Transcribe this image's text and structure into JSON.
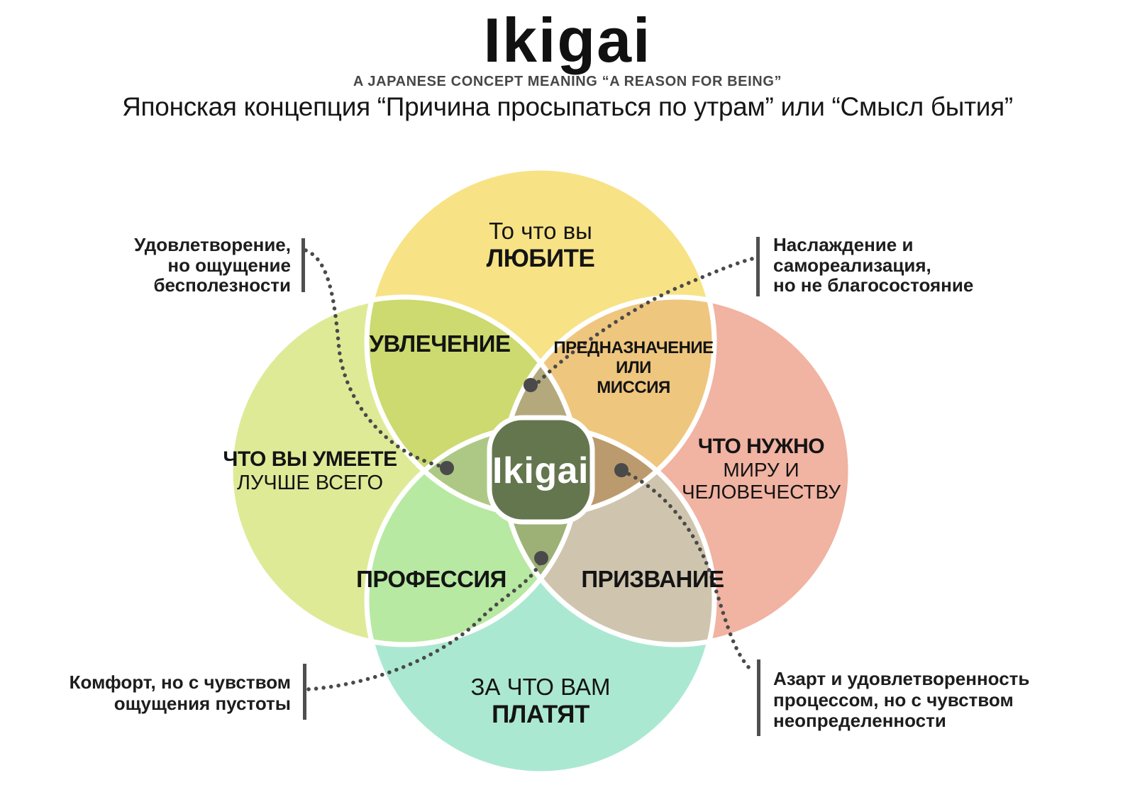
{
  "header": {
    "title": "Ikigai",
    "subtitle_en": "A JAPANESE CONCEPT MEANING “A REASON FOR BEING”",
    "subtitle_ru": "Японская концепция “Причина просыпаться по утрам” или “Смысл бытия”"
  },
  "venn": {
    "top_circle": {
      "label_regular": "То что вы",
      "label_bold": "ЛЮБИТЕ",
      "color": "#F7E386"
    },
    "left_circle": {
      "label_bold": "ЧТО ВЫ УМЕЕТЕ",
      "label_regular": "ЛУЧШЕ ВСЕГО",
      "color": "#DFEA97"
    },
    "right_circle": {
      "label_bold": "ЧТО НУЖНО",
      "label_regular_1": "МИРУ И",
      "label_regular_2": "ЧЕЛОВЕЧЕСТВУ",
      "color": "#F1B3A2"
    },
    "bottom_circle": {
      "label_regular": "ЗА ЧТО ВАМ",
      "label_bold": "ПЛАТЯТ",
      "color": "#ABE8D2"
    },
    "overlaps": {
      "passion": {
        "label": "УВЛЕЧЕНИЕ",
        "color": "#CCDA6F"
      },
      "mission": {
        "line1": "ПРЕДНАЗНАЧЕНИЕ",
        "line2": "ИЛИ",
        "line3": "МИССИЯ",
        "color": "#EFC67E"
      },
      "profession": {
        "label": "ПРОФЕССИЯ",
        "color": "#B7E9A2"
      },
      "vocation": {
        "label": "ПРИЗВАНИЕ",
        "color": "#CFC5AE"
      },
      "top_mid_color": "#B3A97C",
      "left_mid_color": "#ADC885",
      "right_mid_color": "#BB9B6D",
      "bottom_mid_color": "#9DB177"
    },
    "center": {
      "label": "Ikigai",
      "color": "#64764E"
    }
  },
  "annotations": {
    "top_left": {
      "lines": [
        "Удовлетворение,",
        "но ощущение",
        "бесполезности"
      ]
    },
    "top_right": {
      "lines": [
        "Наслаждение и",
        "самореализация,",
        "но не благосостояние"
      ]
    },
    "bottom_left": {
      "lines": [
        "Комфорт, но с чувством",
        "ощущения пустоты"
      ]
    },
    "bottom_right": {
      "lines": [
        "Азарт и удовлетворенность",
        "процессом, но с чувством",
        "неопределенности"
      ]
    }
  },
  "connector_color": "#4A4A4A"
}
